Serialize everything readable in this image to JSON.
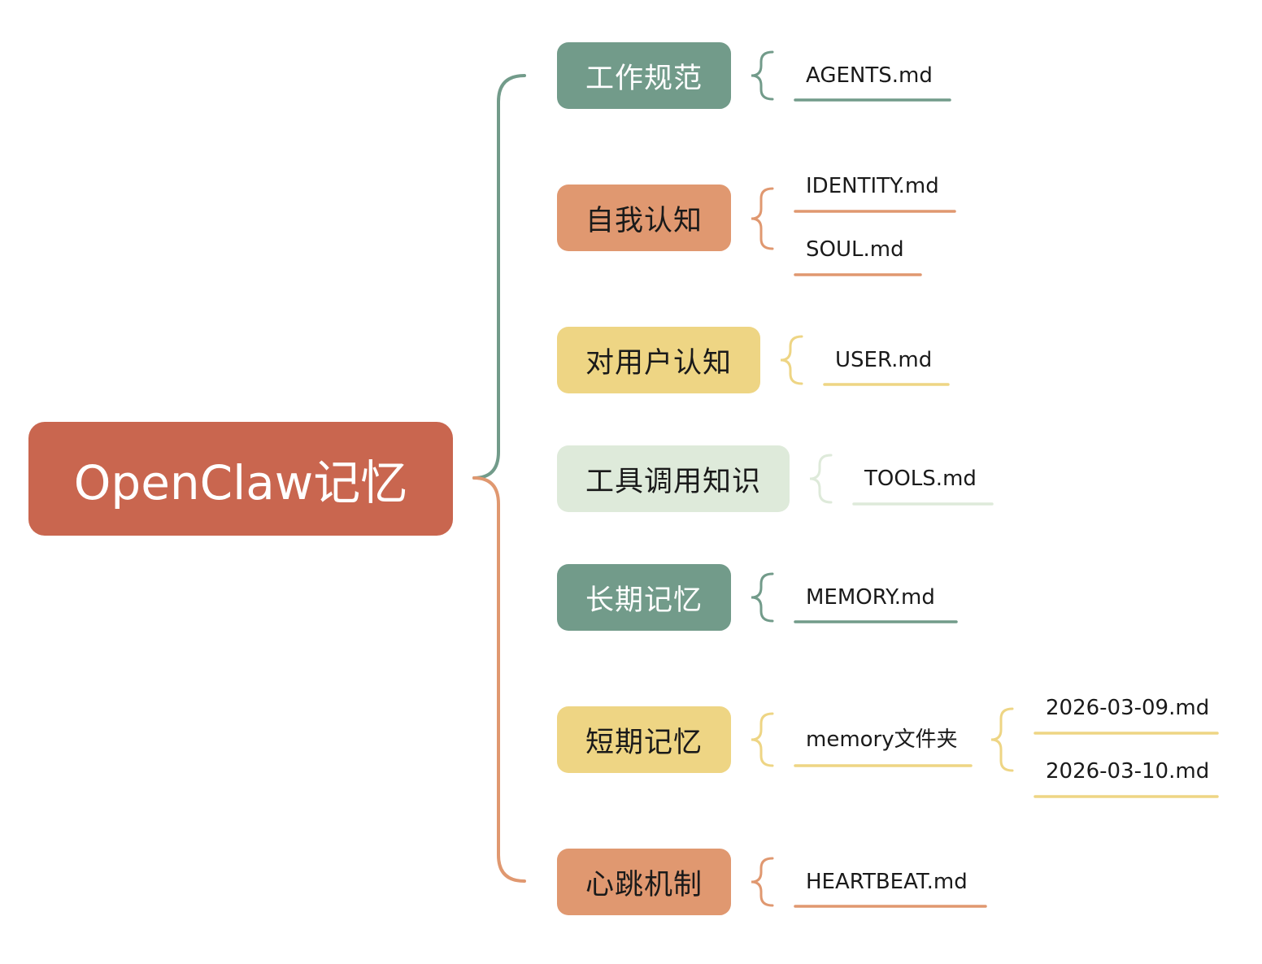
{
  "colors": {
    "root": "#c9664f",
    "green": "#729b8a",
    "orange": "#e09870",
    "yellow": "#eed584",
    "lightgreen": "#deeada",
    "text_dark": "#1a1a1a",
    "text_light": "#ffffff"
  },
  "root": {
    "label": "OpenClaw记忆"
  },
  "topics": [
    {
      "label": "工作规范",
      "color": "green",
      "leaves": [
        {
          "label": "AGENTS.md"
        }
      ]
    },
    {
      "label": "自我认知",
      "color": "orange",
      "leaves": [
        {
          "label": "IDENTITY.md"
        },
        {
          "label": "SOUL.md"
        }
      ]
    },
    {
      "label": "对用户认知",
      "color": "yellow",
      "leaves": [
        {
          "label": "USER.md"
        }
      ]
    },
    {
      "label": "工具调用知识",
      "color": "lightgreen",
      "leaves": [
        {
          "label": "TOOLS.md"
        }
      ]
    },
    {
      "label": "长期记忆",
      "color": "green",
      "leaves": [
        {
          "label": "MEMORY.md"
        }
      ]
    },
    {
      "label": "短期记忆",
      "color": "yellow",
      "leaves": [
        {
          "label": "memory文件夹",
          "children": [
            {
              "label": "2026-03-09.md"
            },
            {
              "label": "2026-03-10.md"
            }
          ]
        }
      ]
    },
    {
      "label": "心跳机制",
      "color": "orange",
      "leaves": [
        {
          "label": "HEARTBEAT.md"
        }
      ]
    }
  ]
}
